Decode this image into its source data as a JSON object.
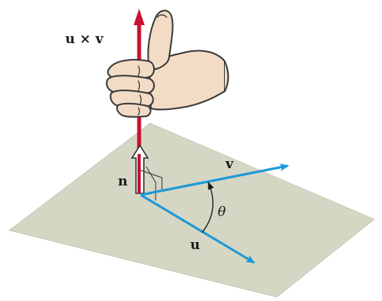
{
  "labels": {
    "cross_product": "u × v",
    "normal": "n",
    "v": "v",
    "u": "u",
    "angle": "θ"
  },
  "colors": {
    "plane": "#d6d6c4",
    "plane_edge": "#c7c7b4",
    "cross_vector": "#c8102e",
    "vectors": "#1b9ad6",
    "normal_outline": "#333333",
    "skin": "#f3dcc5",
    "skin_outline": "#3a3a3a"
  },
  "icons": {
    "hand": "right-hand-thumbs-up-icon"
  }
}
